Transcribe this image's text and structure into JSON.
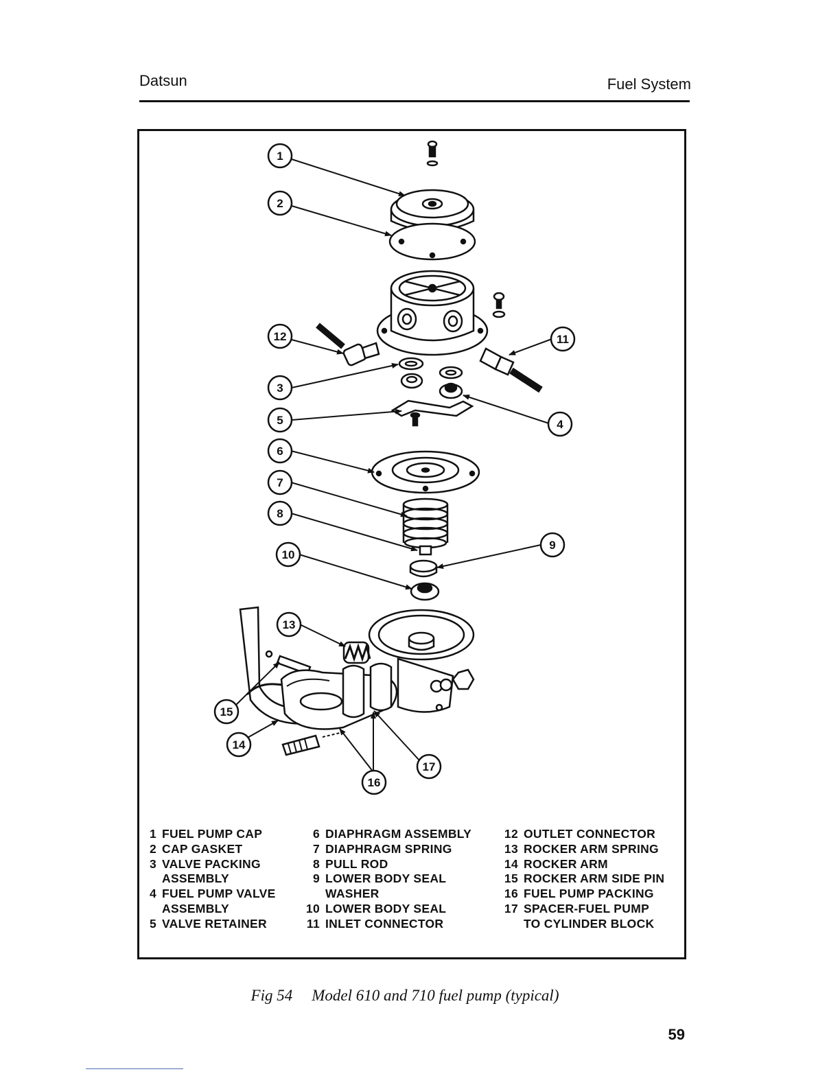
{
  "header": {
    "left": "Datsun",
    "right": "Fuel System"
  },
  "callouts": [
    "1",
    "2",
    "3",
    "4",
    "5",
    "6",
    "7",
    "8",
    "9",
    "10",
    "11",
    "12",
    "13",
    "14",
    "15",
    "16",
    "17"
  ],
  "legend": {
    "col1": [
      {
        "num": "1",
        "label": "FUEL PUMP CAP"
      },
      {
        "num": "2",
        "label": "CAP GASKET"
      },
      {
        "num": "3",
        "label": "VALVE PACKING",
        "cont": "ASSEMBLY"
      },
      {
        "num": "4",
        "label": "FUEL PUMP VALVE",
        "cont": "ASSEMBLY"
      },
      {
        "num": "5",
        "label": "VALVE RETAINER"
      }
    ],
    "col2": [
      {
        "num": "6",
        "label": "DIAPHRAGM ASSEMBLY"
      },
      {
        "num": "7",
        "label": "DIAPHRAGM SPRING"
      },
      {
        "num": "8",
        "label": "PULL ROD"
      },
      {
        "num": "9",
        "label": "LOWER BODY SEAL",
        "cont": "WASHER"
      },
      {
        "num": "10",
        "label": "LOWER BODY SEAL"
      },
      {
        "num": "11",
        "label": "INLET CONNECTOR"
      }
    ],
    "col3": [
      {
        "num": "12",
        "label": "OUTLET CONNECTOR"
      },
      {
        "num": "13",
        "label": "ROCKER ARM SPRING"
      },
      {
        "num": "14",
        "label": "ROCKER ARM"
      },
      {
        "num": "15",
        "label": "ROCKER ARM SIDE PIN"
      },
      {
        "num": "16",
        "label": "FUEL PUMP PACKING"
      },
      {
        "num": "17",
        "label": "SPACER-FUEL PUMP",
        "cont": "TO CYLINDER BLOCK"
      }
    ]
  },
  "caption": {
    "fig_no": "Fig 54",
    "text": "Model 610 and 710 fuel pump (typical)"
  },
  "page_number": "59"
}
